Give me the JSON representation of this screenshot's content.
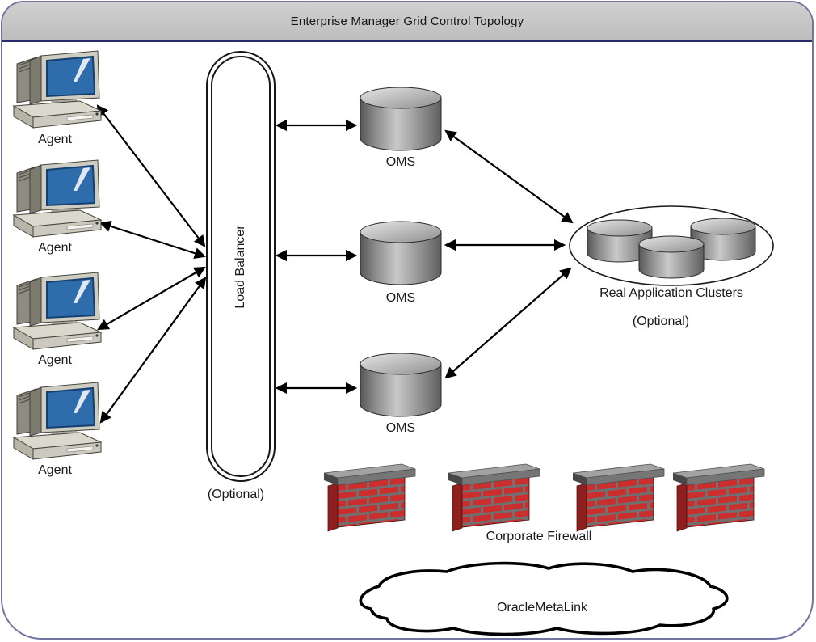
{
  "header": {
    "title": "Enterprise Manager Grid Control Topology"
  },
  "agent": {
    "label": "Agent",
    "count": 4,
    "icon": "desktop-computer-icon"
  },
  "lb": {
    "label": "Load Balancer",
    "optional": "(Optional)",
    "shape": "vertical-pill"
  },
  "oms": {
    "label": "OMS",
    "count": 3,
    "icon": "database-cylinder-icon"
  },
  "rac": {
    "label": "Real Application Clusters",
    "optional": "(Optional)",
    "icon": "database-cluster-icon"
  },
  "firewall": {
    "label": "Corporate Firewall",
    "count": 4,
    "icon": "brick-wall-icon"
  },
  "cloud": {
    "label": "OracleMetaLink",
    "icon": "cloud-shape"
  },
  "connections": [
    {
      "from": "Agent 1",
      "to": "Load Balancer",
      "bidirectional": true
    },
    {
      "from": "Agent 2",
      "to": "Load Balancer",
      "bidirectional": true
    },
    {
      "from": "Agent 3",
      "to": "Load Balancer",
      "bidirectional": true
    },
    {
      "from": "Agent 4",
      "to": "Load Balancer",
      "bidirectional": true
    },
    {
      "from": "Load Balancer",
      "to": "OMS 1",
      "bidirectional": true
    },
    {
      "from": "Load Balancer",
      "to": "OMS 2",
      "bidirectional": true
    },
    {
      "from": "Load Balancer",
      "to": "OMS 3",
      "bidirectional": true
    },
    {
      "from": "OMS 1",
      "to": "Real Application Clusters",
      "bidirectional": true
    },
    {
      "from": "OMS 2",
      "to": "Real Application Clusters",
      "bidirectional": true
    },
    {
      "from": "OMS 3",
      "to": "Real Application Clusters",
      "bidirectional": true
    }
  ],
  "colors": {
    "frame_border": "#7373a3",
    "header_fill": "#c6c6c6",
    "header_rule": "#2b2b6b",
    "arrow": "#000000",
    "brick_red": "#cc2d2d",
    "mortar_gray": "#707070",
    "screen_blue": "#2e6cab",
    "cylinder_gray": "#9a9a9a"
  }
}
